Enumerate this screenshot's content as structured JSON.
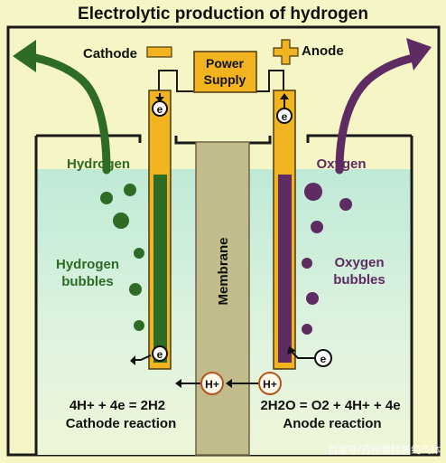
{
  "title": "Electrolytic production of hydrogen",
  "power_supply": {
    "line1": "Power",
    "line2": "Supply"
  },
  "cathode": {
    "label": "Cathode",
    "sign": "−"
  },
  "anode": {
    "label": "Anode",
    "sign": "+"
  },
  "gas_left": "Hydrogen",
  "gas_right": "Oxygen",
  "bubbles_left": {
    "line1": "Hydrogen",
    "line2": "bubbles"
  },
  "bubbles_right": {
    "line1": "Oxygen",
    "line2": "bubbles"
  },
  "membrane": "Membrane",
  "electron": "e",
  "proton": "H+",
  "cathode_reaction": {
    "equation": "4H+ + 4e = 2H2",
    "name": "Cathode reaction"
  },
  "anode_reaction": {
    "equation": "2H2O = O2 + 4H+ + 4e",
    "name": "Anode reaction"
  },
  "watermark": "百家号/苏州希特高纯气体",
  "colors": {
    "background": "#f6f5c6",
    "water": "#cfeedd",
    "membrane": "#c2bb8c",
    "electrode": "#f2b320",
    "hydrogen": "#2e6b24",
    "oxygen": "#5e2b63",
    "proton": "#b5561d",
    "power_box": "#f2b320",
    "text_green": "#2e6b24",
    "text_purple": "#5e2b63",
    "text_dark": "#111111"
  }
}
